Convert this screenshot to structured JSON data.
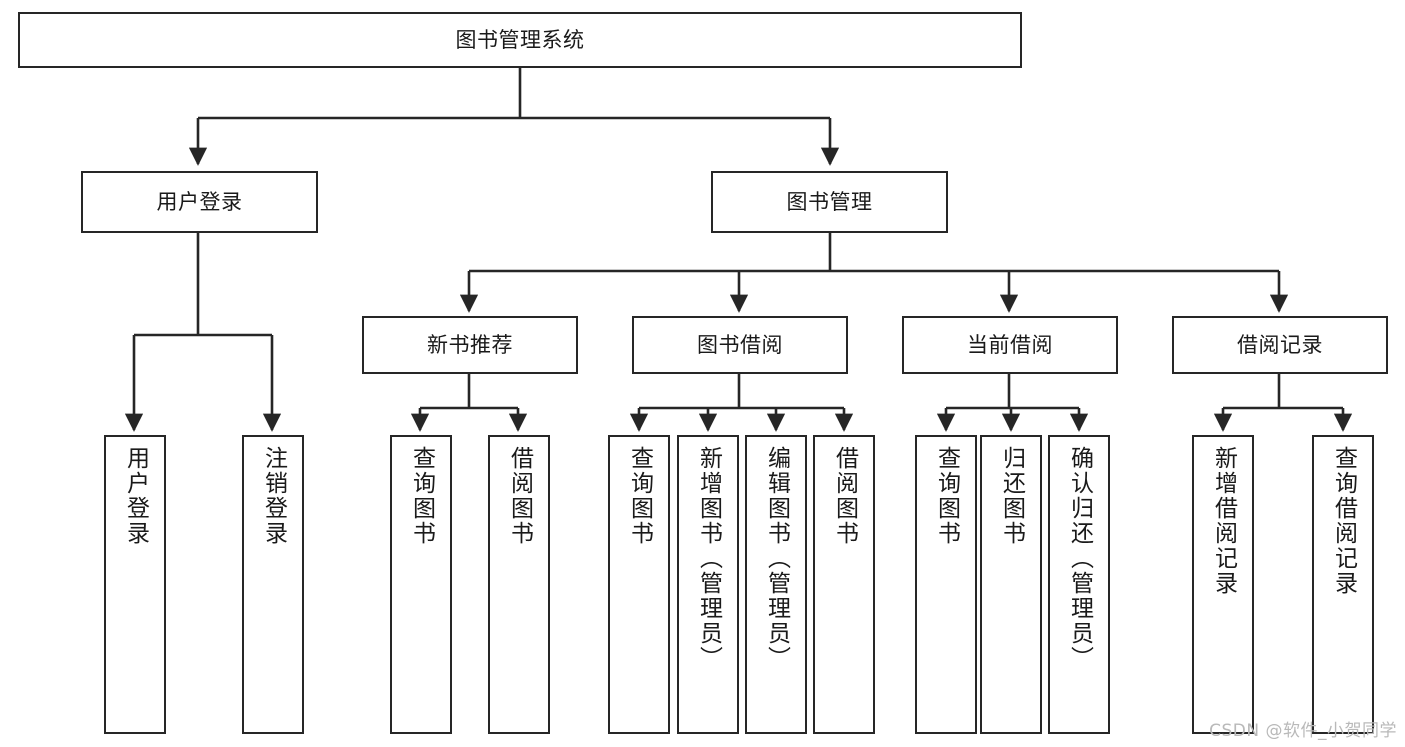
{
  "diagram": {
    "title": "图书管理系统",
    "stroke_color": "#262626",
    "fill_color": "#ffffff",
    "text_color": "#1a1a1a",
    "watermark": "CSDN @软件_小贺同学",
    "levels": {
      "root": "图书管理系统",
      "level2": [
        "用户登录",
        "图书管理"
      ],
      "level3": [
        "新书推荐",
        "图书借阅",
        "当前借阅",
        "借阅记录"
      ]
    },
    "nodes": {
      "root": {
        "label": "图书管理系统"
      },
      "user_login": {
        "label": "用户登录"
      },
      "book_admin": {
        "label": "图书管理"
      },
      "new_book_rec": {
        "label": "新书推荐"
      },
      "book_borrow": {
        "label": "图书借阅"
      },
      "current_borrow": {
        "label": "当前借阅"
      },
      "borrow_record": {
        "label": "借阅记录"
      },
      "leaf_1": {
        "label": "用户登录"
      },
      "leaf_2": {
        "label": "注销登录"
      },
      "leaf_3": {
        "label": "查询图书"
      },
      "leaf_4": {
        "label": "借阅图书"
      },
      "leaf_5": {
        "label": "查询图书"
      },
      "leaf_6": {
        "label": "新增图书（管理员）"
      },
      "leaf_7": {
        "label": "编辑图书（管理员）"
      },
      "leaf_8": {
        "label": "借阅图书"
      },
      "leaf_9": {
        "label": "查询图书"
      },
      "leaf_10": {
        "label": "归还图书"
      },
      "leaf_11": {
        "label": "确认归还（管理员）"
      },
      "leaf_12": {
        "label": "新增借阅记录"
      },
      "leaf_13": {
        "label": "查询借阅记录"
      }
    }
  }
}
